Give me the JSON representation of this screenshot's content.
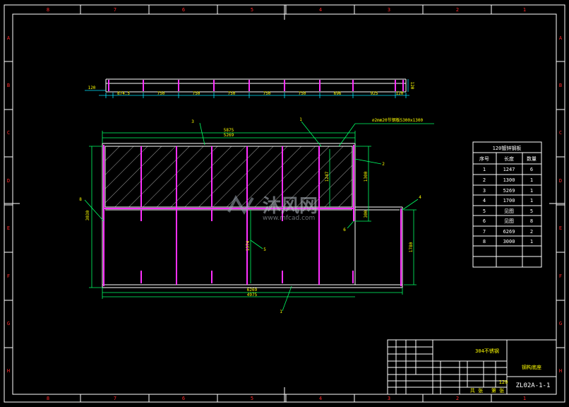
{
  "colors": {
    "background": "#000000",
    "frame": "#ffffff",
    "cyan": "#00e5ff",
    "green": "#00ff66",
    "magenta": "#ff30ff",
    "yellow": "#ffff00",
    "red": "#ff2a2a"
  },
  "zones": {
    "columns": [
      "8",
      "7",
      "6",
      "5",
      "4",
      "3",
      "2",
      "1"
    ],
    "rows": [
      "A",
      "B",
      "C",
      "D",
      "E",
      "F",
      "G",
      "H"
    ]
  },
  "top_view": {
    "left_end": "120",
    "spans": [
      "874.5",
      "750",
      "750",
      "750",
      "750",
      "750",
      "696",
      "925"
    ],
    "right_end": "120",
    "height": "120"
  },
  "plan": {
    "grating_note": "⌀2mm20节钢板5300x1300",
    "overall_top": "5875",
    "inner_top": "5269",
    "overall_bottom": "4975",
    "inner_bottom": "6269",
    "left_height": "3030",
    "right_upper": "1300",
    "right_offset": "300",
    "right_lower": "1780",
    "inner_grating": "1247",
    "inner_lower": "1374",
    "callouts": [
      "1",
      "2",
      "3",
      "4",
      "5",
      "6",
      "8",
      "1"
    ]
  },
  "material_table": {
    "title": "120镀锌钢板",
    "headers": [
      "序号",
      "长度",
      "数量"
    ],
    "rows": [
      [
        "1",
        "1247",
        "6"
      ],
      [
        "2",
        "1300",
        "1"
      ],
      [
        "3",
        "5269",
        "1"
      ],
      [
        "4",
        "1700",
        "1"
      ],
      [
        "5",
        "见图",
        "5"
      ],
      [
        "6",
        "见图",
        "8"
      ],
      [
        "7",
        "6269",
        "2"
      ],
      [
        "8",
        "3000",
        "1"
      ],
      [
        "",
        "",
        ""
      ],
      [
        "",
        "",
        ""
      ]
    ]
  },
  "title_block": {
    "material": "304不锈钢",
    "name": "钢构底座",
    "drawing_no": "ZL02A-1-1",
    "scale": "120",
    "sheet_left": "共 张",
    "sheet_right": "第 张"
  },
  "watermark": {
    "brand": "沐风网",
    "url": "www.mfcad.com"
  }
}
